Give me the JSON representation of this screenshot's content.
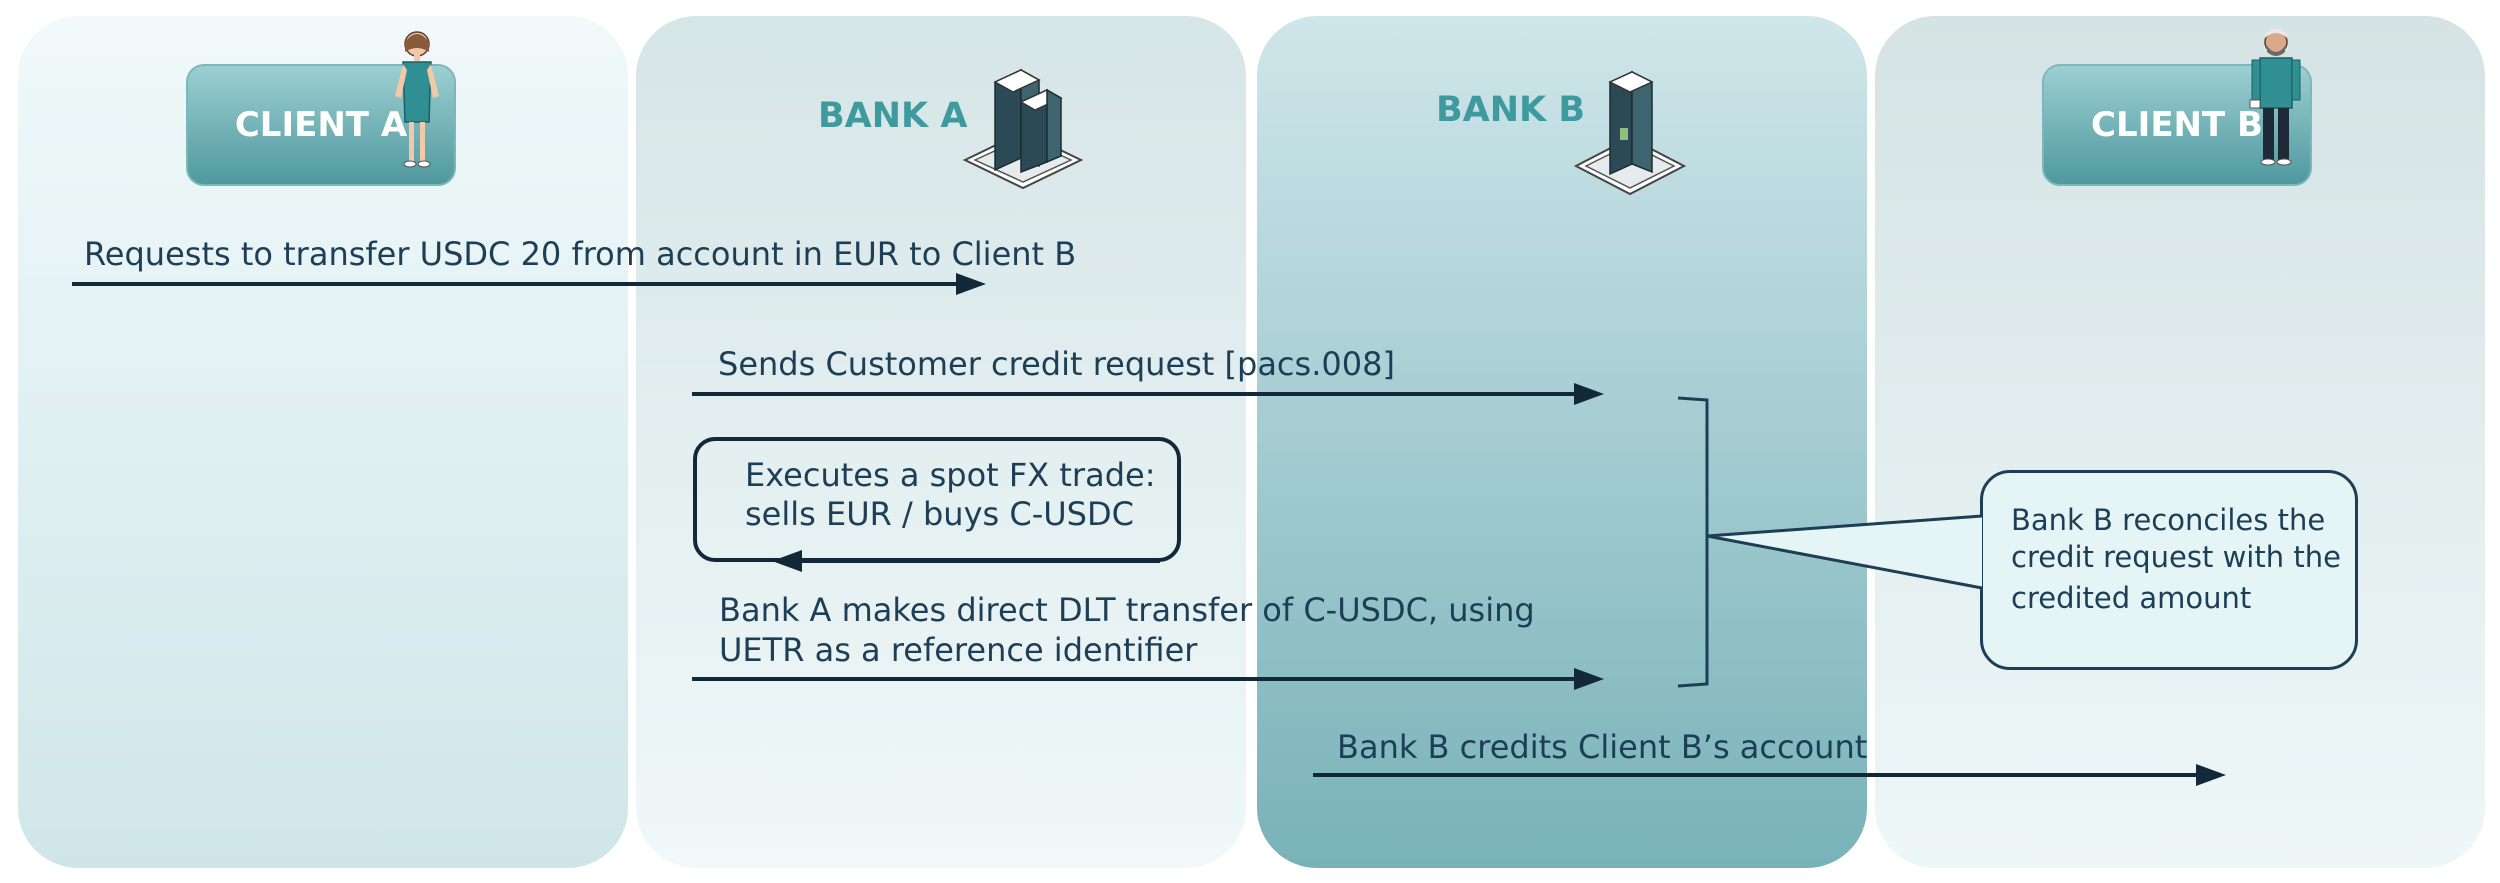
{
  "lanes": {
    "client_a": {
      "title": "CLIENT A"
    },
    "bank_a": {
      "title": "BANK A"
    },
    "bank_b": {
      "title": "BANK B"
    },
    "client_b": {
      "title": "CLIENT B"
    }
  },
  "messages": {
    "m1": "Requests to transfer USDC 20 from account in EUR to Client B",
    "m2": "Sends Customer credit request [pacs.008]",
    "fx_line1": "Executes a spot FX trade:",
    "fx_line2": "sells EUR / buys C-USDC",
    "m3_line1": "Bank A makes direct DLT transfer of C-USDC, using",
    "m3_line2": "UETR as a reference identifier",
    "m4": "Bank B credits Client B’s account"
  },
  "callout": {
    "line1": "Bank B reconciles the",
    "line2": "credit request with the",
    "line3": "credited amount"
  },
  "colors": {
    "accent": "#3f9a9f",
    "text": "#1c3f57",
    "arrow": "#12293a"
  },
  "icons": [
    "woman-person-icon",
    "bank-building-icon",
    "bank-building-icon",
    "man-person-icon"
  ]
}
